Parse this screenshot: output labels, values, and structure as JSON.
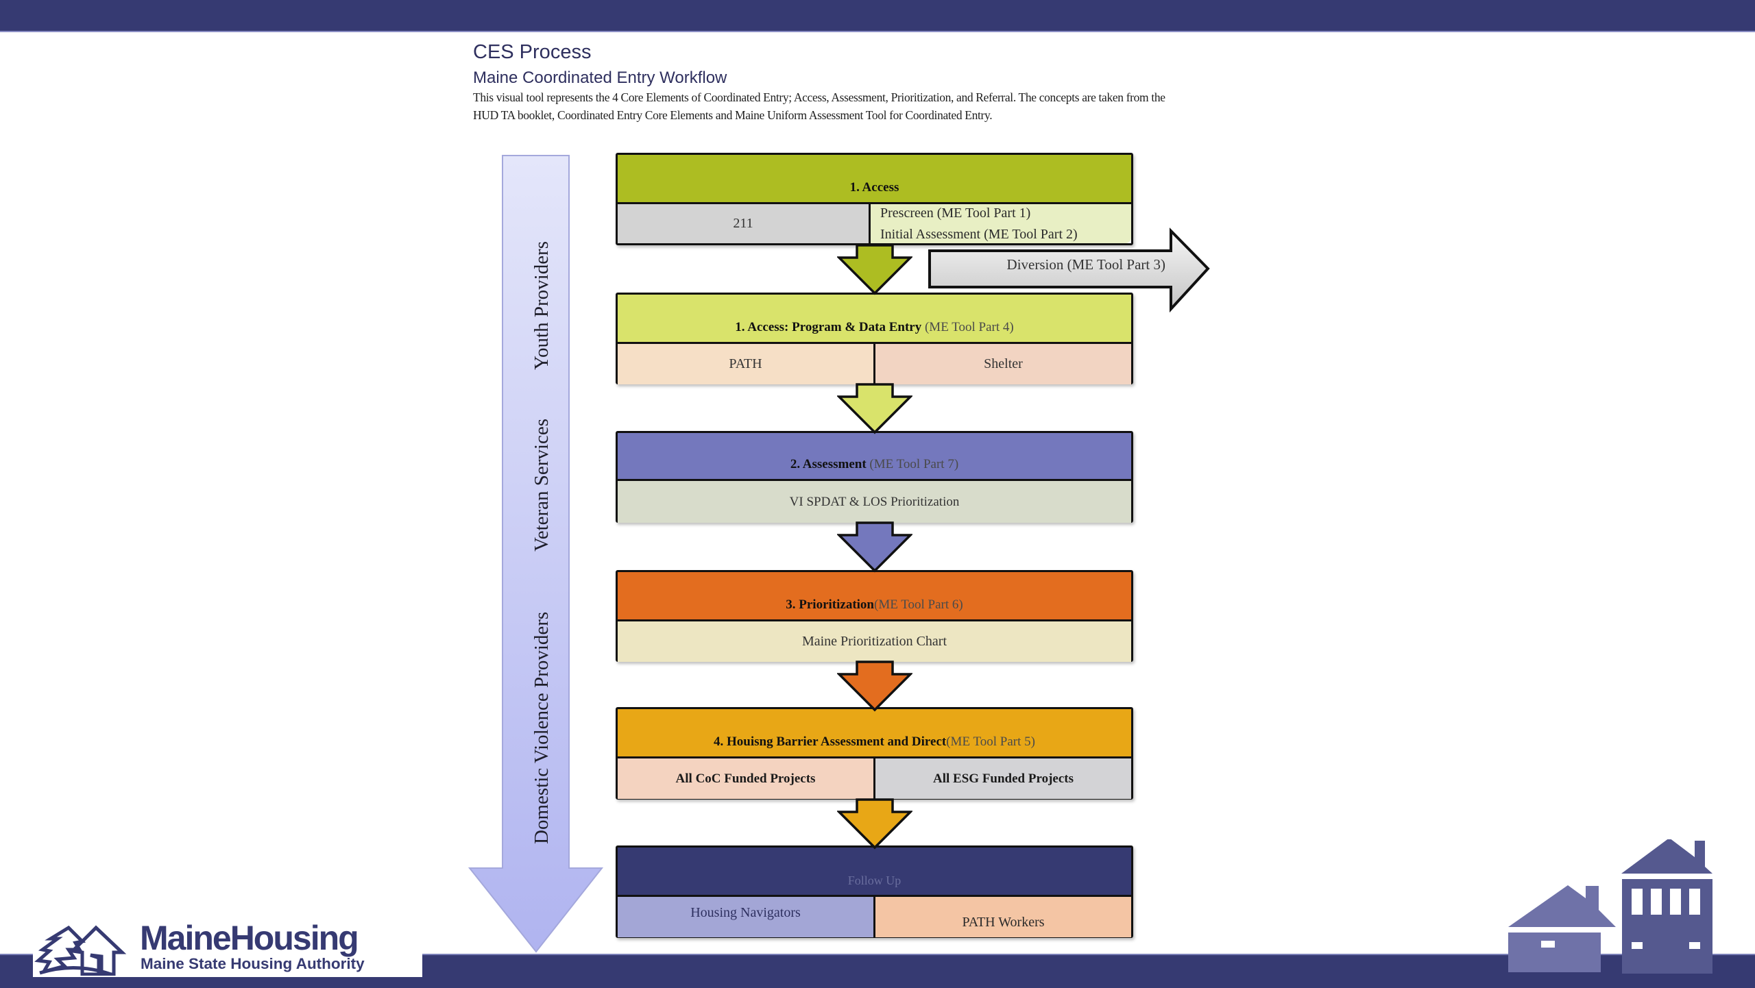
{
  "page": {
    "title": "CES Process",
    "subtitle": "Maine Coordinated Entry Workflow",
    "description": "This visual tool represents the 4 Core Elements of Coordinated Entry; Access, Assessment, Prioritization, and Referral.  The concepts are taken from the HUD TA booklet, Coordinated Entry Core Elements and Maine Uniform Assessment Tool for Coordinated Entry."
  },
  "side_arrow": {
    "labels": [
      "Youth Providers",
      "Veteran Services",
      "Domestic Violence Providers"
    ],
    "color": "#b4b8f2"
  },
  "flow": [
    {
      "title": "1. Access",
      "note": "",
      "header_color": "#adbd22",
      "cells": [
        {
          "text": "211",
          "color": "#d3d3d3"
        },
        {
          "lines": [
            "Prescreen (ME Tool Part 1)",
            "Initial Assessment (ME Tool Part 2)"
          ],
          "color": "#e8efc4"
        }
      ],
      "arrow_color": "#adbd22"
    },
    {
      "title": "1. Access: Program & Data Entry",
      "note": "(ME Tool Part 4)",
      "header_color": "#d9e36b",
      "cells": [
        {
          "text": "PATH",
          "color": "#f6dfc6"
        },
        {
          "text": "Shelter",
          "color": "#f2d4c2"
        }
      ],
      "arrow_color": "#d9e36b"
    },
    {
      "title": "2. Assessment",
      "note": "(ME Tool Part 7)",
      "header_color": "#7478bd",
      "cells": [
        {
          "text": "VI SPDAT & LOS Prioritization",
          "color": "#d8dccb"
        }
      ],
      "arrow_color": "#7478bd"
    },
    {
      "title": "3. Prioritization",
      "note": "(ME Tool Part 6)",
      "header_color": "#e36d1f",
      "cells": [
        {
          "text": "Maine Prioritization Chart",
          "color": "#ede6c2"
        }
      ],
      "arrow_color": "#e36d1f"
    },
    {
      "title": "4. Houisng Barrier Assessment and Direct",
      "note": "(ME Tool Part 5)",
      "header_color": "#e8a716",
      "cells": [
        {
          "text": "All CoC Funded Projects",
          "color": "#f4d3c0",
          "bold": true
        },
        {
          "text": "All ESG Funded Projects",
          "color": "#d3d3d6",
          "bold": true
        }
      ],
      "arrow_color": "#e8a716"
    },
    {
      "title": "Follow Up",
      "note": "",
      "header_color": "#363a72",
      "cells": [
        {
          "text": "Housing Navigators",
          "color": "#a3a6d6"
        },
        {
          "text": "PATH Workers",
          "color": "#f4c5a4"
        }
      ]
    }
  ],
  "diversion": {
    "label": "Diversion (ME Tool Part 3)"
  },
  "logo": {
    "name": "MaineHousing",
    "tagline": "Maine State Housing Authority",
    "brand_color": "#363a72"
  }
}
